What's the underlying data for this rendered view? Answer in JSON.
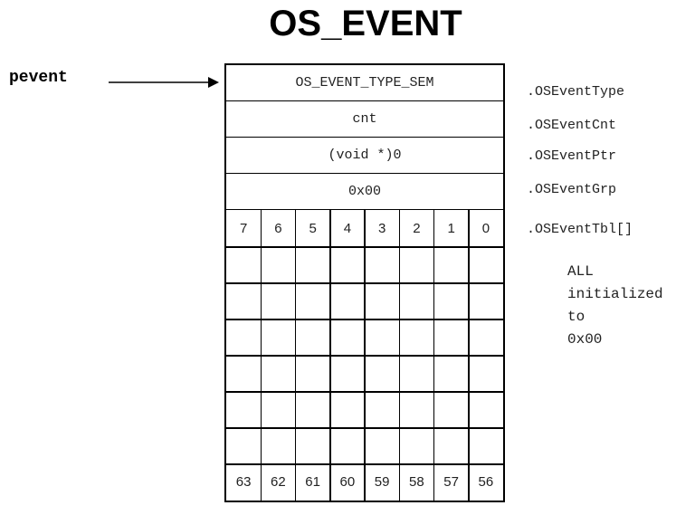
{
  "title": "OS_EVENT",
  "pointer_label": "pevent",
  "rows": {
    "type": "OS_EVENT_TYPE_SEM",
    "cnt": "cnt",
    "ptr": "(void *)0",
    "grp": "0x00"
  },
  "fields": {
    "type": ".OSEventType",
    "cnt": ".OSEventCnt",
    "ptr": ".OSEventPtr",
    "grp": ".OSEventGrp",
    "tbl": ".OSEventTbl[]"
  },
  "top_bits": [
    "7",
    "6",
    "5",
    "4",
    "3",
    "2",
    "1",
    "0"
  ],
  "bottom_bits": [
    "63",
    "62",
    "61",
    "60",
    "59",
    "58",
    "57",
    "56"
  ],
  "note_lines": [
    "ALL",
    "initialized",
    "to",
    "0x00"
  ]
}
